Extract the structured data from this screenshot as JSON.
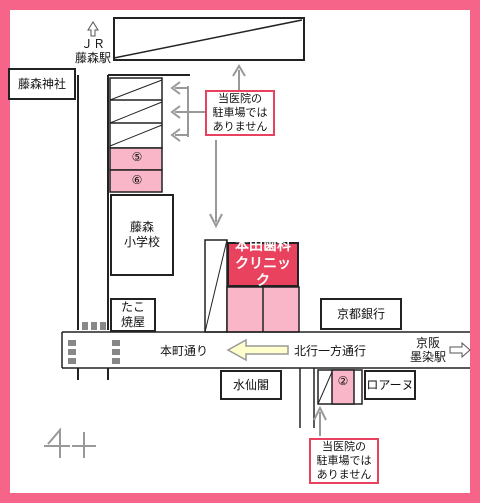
{
  "colors": {
    "frame": "#f7648a",
    "clinic": "#e8425f",
    "clinic_area": "#f8b6c8",
    "arrow_fill": "#ffffcc"
  },
  "map": {
    "jr_station": "ＪＲ\n藤森駅",
    "fujinomori_shrine": "藤森神社",
    "school": "藤森\n小学校",
    "takoyaki": "たこ\n焼屋",
    "clinic": "本田歯科\nクリニック",
    "kyoto_bank": "京都銀行",
    "keihan_station": "京阪\n墨染駅",
    "suisenkaku": "水仙閣",
    "roanu": "ロアーヌ",
    "road_name": "本町通り",
    "one_way": "北行一方通行",
    "parking_top": "当医院の\n駐車場では\nありません",
    "parking_bottom": "当医院の\n駐車場では\nありません",
    "parking_spots": [
      "⑤",
      "⑥",
      "②"
    ],
    "north_icon": "north-arrow-icon"
  }
}
